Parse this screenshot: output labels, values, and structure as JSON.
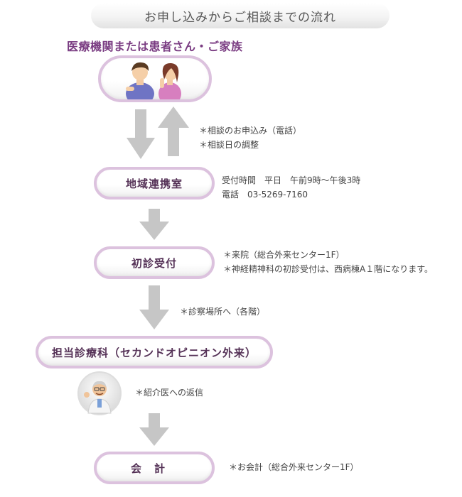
{
  "header": {
    "title": "お申し込みからご相談までの流れ"
  },
  "top_label": "医療機関または患者さん・ご家族",
  "steps": {
    "chiiki": "地域連携室",
    "shoshin": "初診受付",
    "tanto": "担当診療科（セカンドオピニオン外来）",
    "kaikei": "会計"
  },
  "notes": {
    "consult_apply": "＊相談のお申込み（電話）",
    "consult_schedule": "＊相談日の調整",
    "reception_hours": "受付時間　平日　午前9時～午後3時",
    "reception_phone": "電話　03-5269-7160",
    "visit": "＊来院（総合外来センター1F）",
    "psych_reception": "＊神経精神科の初診受付は、西病棟A１階になります。",
    "exam_location": "＊診察場所へ（各階）",
    "reply": "＊紹介医への返信",
    "payment": "＊お会計（総合外来センター1F）"
  },
  "icons": {
    "people": "two-people-icon",
    "doctor": "doctor-icon",
    "arrow_down": "arrow-down-icon",
    "arrow_up": "arrow-up-icon"
  },
  "colors": {
    "pill_border": "#dcc2de",
    "arrow": "#c6c6c6",
    "label_purple": "#7a3c82"
  }
}
